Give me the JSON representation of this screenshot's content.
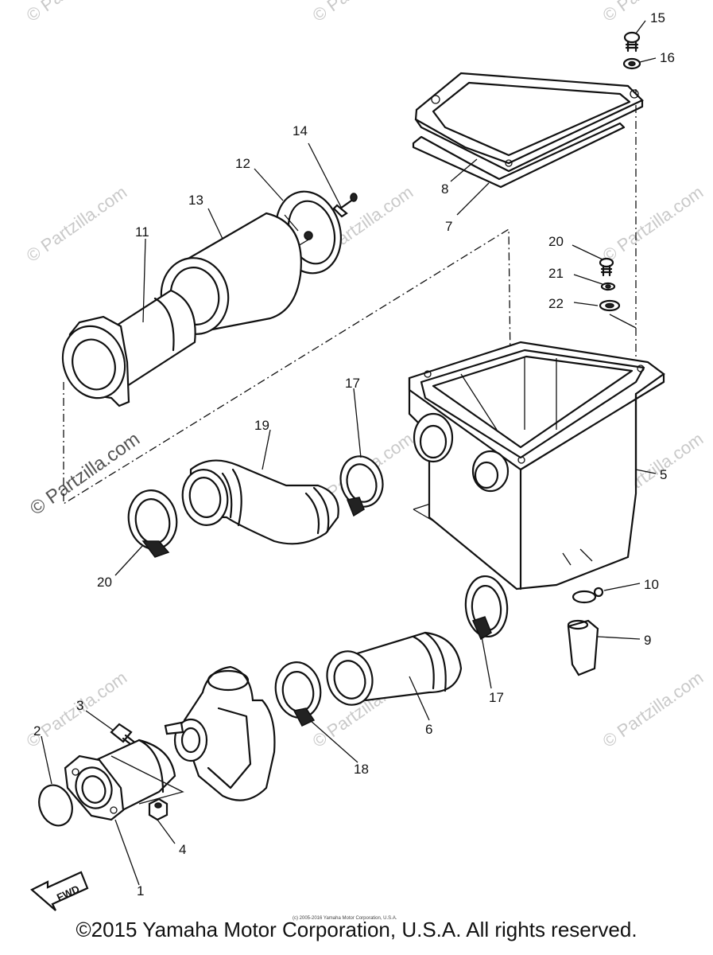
{
  "watermark": {
    "text": "Partzilla.com",
    "symbol": "©"
  },
  "callouts": [
    {
      "id": "1",
      "label": "1"
    },
    {
      "id": "2",
      "label": "2"
    },
    {
      "id": "3",
      "label": "3"
    },
    {
      "id": "4",
      "label": "4"
    },
    {
      "id": "5",
      "label": "5"
    },
    {
      "id": "6",
      "label": "6"
    },
    {
      "id": "7",
      "label": "7"
    },
    {
      "id": "8",
      "label": "8"
    },
    {
      "id": "9",
      "label": "9"
    },
    {
      "id": "10",
      "label": "10"
    },
    {
      "id": "11",
      "label": "11"
    },
    {
      "id": "12",
      "label": "12"
    },
    {
      "id": "13",
      "label": "13"
    },
    {
      "id": "14",
      "label": "14"
    },
    {
      "id": "15",
      "label": "15"
    },
    {
      "id": "16",
      "label": "16"
    },
    {
      "id": "17a",
      "label": "17"
    },
    {
      "id": "17b",
      "label": "17"
    },
    {
      "id": "18",
      "label": "18"
    },
    {
      "id": "19",
      "label": "19"
    },
    {
      "id": "20",
      "label": "20"
    },
    {
      "id": "21",
      "label": "21"
    },
    {
      "id": "22",
      "label": "22"
    },
    {
      "id": "23",
      "label": "23"
    }
  ],
  "direction_arrow": "FWD",
  "tiny_note": "(c) 2005-2016 Yamaha Motor Corporation, U.S.A.",
  "copyright": "©2015 Yamaha Motor Corporation, U.S.A. All rights reserved."
}
